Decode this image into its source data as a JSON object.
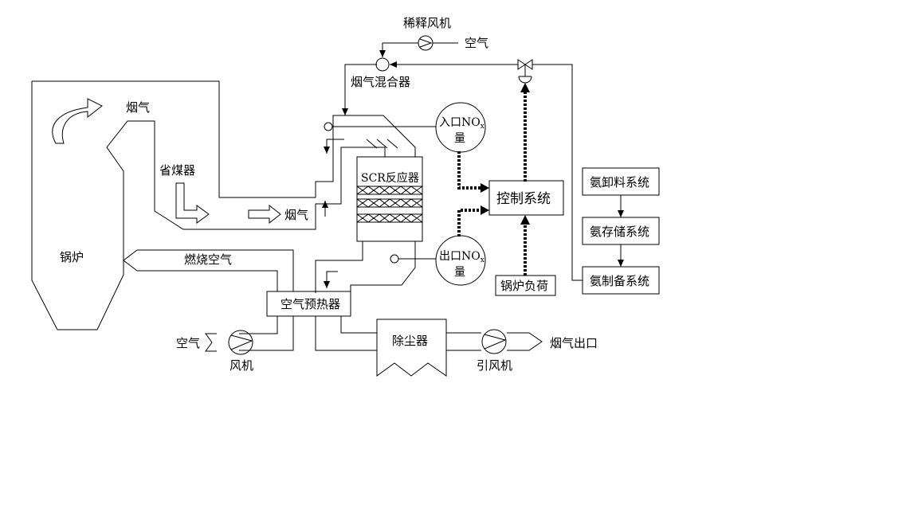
{
  "labels": {
    "dilution_fan": "稀释风机",
    "air_top": "空气",
    "flue_mixer": "烟气混合器",
    "flue_gas_1": "烟气",
    "economizer": "省煤器",
    "flue_gas_2": "烟气",
    "boiler": "锅炉",
    "combustion_air": "燃烧空气",
    "scr_reactor": "SCR反应器",
    "inlet_nox_1": "入口NO",
    "inlet_nox_sub": "x",
    "inlet_nox_2": "量",
    "outlet_nox_1": "出口NO",
    "outlet_nox_sub": "x",
    "outlet_nox_2": "量",
    "control_system": "控制系统",
    "boiler_load": "锅炉负荷",
    "ammonia_unload": "氨卸料系统",
    "ammonia_storage": "氨存储系统",
    "ammonia_prep": "氨制备系统",
    "air_preheater": "空气预热器",
    "air_left": "空气",
    "fan": "风机",
    "dust_collector": "除尘器",
    "induced_fan": "引风机",
    "flue_outlet": "烟气出口"
  }
}
